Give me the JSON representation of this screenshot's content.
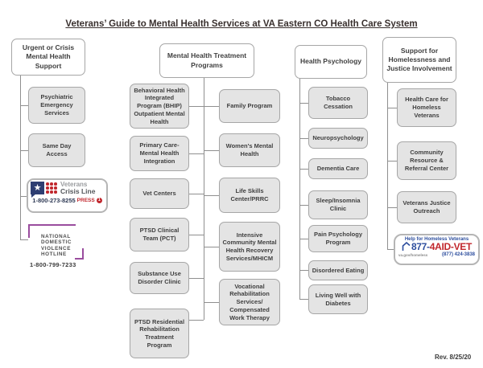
{
  "title": "Veterans’ Guide to Mental Health Services at VA Eastern CO Health Care System",
  "revision": "Rev. 8/25/20",
  "columns": [
    {
      "header": "Urgent or Crisis Mental Health Support",
      "items": [
        "Psychiatric Emergency Services",
        "Same Day Access"
      ]
    },
    {
      "header": "Mental Health Treatment Programs",
      "left_items": [
        "Behavioral Health Integrated Program (BHIP) Outpatient Mental Health",
        "Primary Care-Mental Health Integration",
        "Vet Centers",
        "PTSD Clinical Team (PCT)",
        "Substance Use Disorder Clinic",
        "PTSD Residential Rehabilitation Treatment Program"
      ],
      "right_items": [
        "Family Program",
        "Women's Mental Health",
        "Life Skills Center/PRRC",
        "Intensive Community Mental Health Recovery Services/MHICM",
        "Vocational Rehabilitation Services/ Compensated Work Therapy"
      ]
    },
    {
      "header": "Health Psychology",
      "items": [
        "Tobacco Cessation",
        "Neuropsychology",
        "Dementia Care",
        "Sleep/Insomnia Clinic",
        "Pain Psychology Program",
        "Disordered Eating",
        "Living Well with Diabetes"
      ]
    },
    {
      "header": "Support for Homelessness and Justice Involvement",
      "items": [
        "Health Care for Homeless Veterans",
        "Community Resource & Referral Center",
        "Veterans Justice Outreach"
      ]
    }
  ],
  "logos": {
    "crisis_line": {
      "name_top": "Veterans",
      "name_bottom": "Crisis Line",
      "phone": "1-800-273-8255",
      "press_label": "PRESS",
      "press_number": "1"
    },
    "domestic_violence": {
      "lines": [
        "NATIONAL",
        "DOMESTIC",
        "VIOLENCE",
        "HOTLINE"
      ],
      "phone": "1-800-799-7233"
    },
    "homeless": {
      "tagline": "Help for Homeless Veterans",
      "number_prefix": "877-",
      "number_main": "4AID-VET",
      "site": "va.gov/homeless",
      "phone_alt": "(877) 424-3838"
    }
  },
  "colors": {
    "crisis_blue": "#2e3e72",
    "crisis_red": "#c1272d",
    "hotline_purple": "#9a4d9e",
    "homeless_blue": "#2d4e9e",
    "box_gray": "#e4e4e4",
    "border_gray": "#a6a6a6"
  }
}
